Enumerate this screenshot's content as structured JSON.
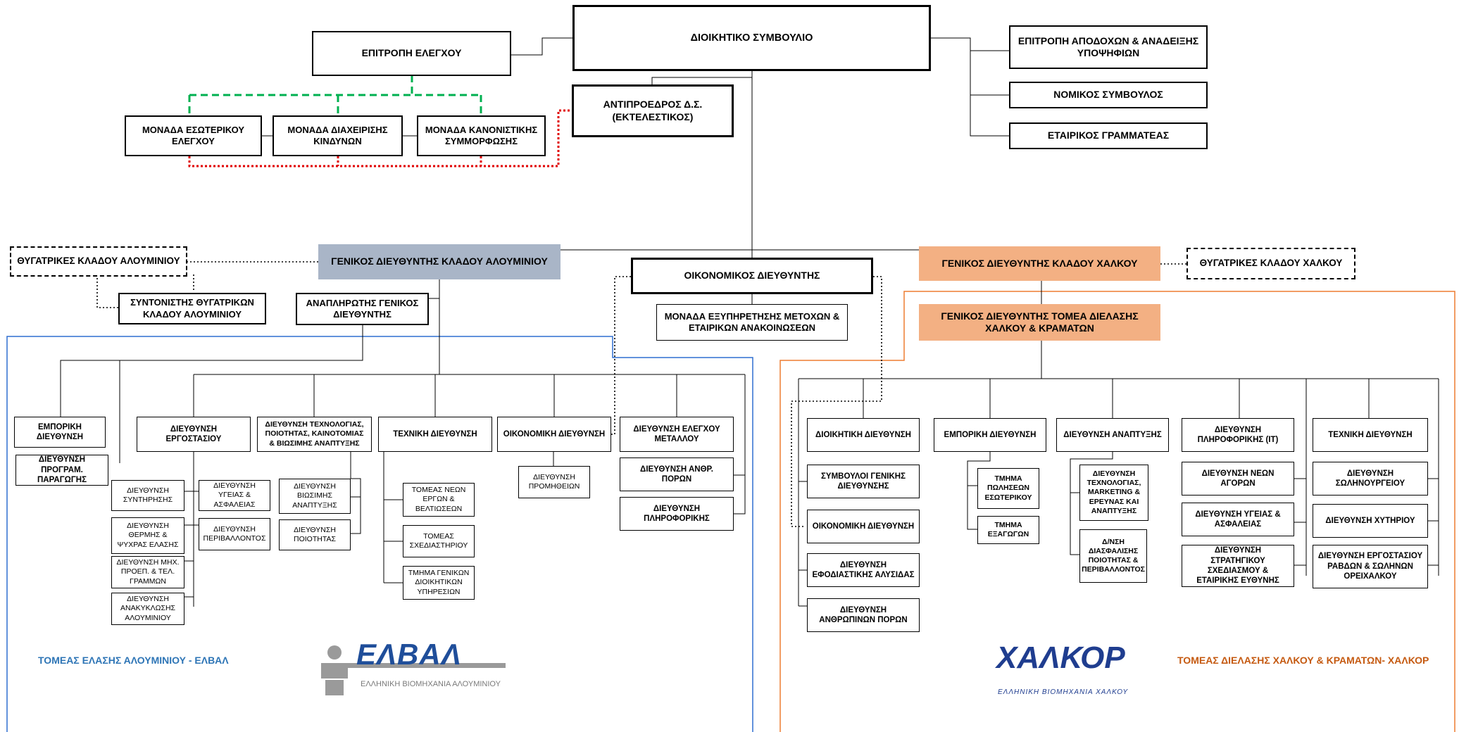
{
  "top": {
    "board": "ΔΙΟΙΚΗΤΙΚΟ ΣΥΜΒΟΥΛΙΟ",
    "audit_committee": "ΕΠΙΤΡΟΠΗ ΕΛΕΓΧΟΥ",
    "remuneration_committee": "ΕΠΙΤΡΟΠΗ ΑΠΟΔΟΧΩΝ & ΑΝΑΔΕΙΞΗΣ ΥΠΟΨΗΦΙΩΝ",
    "legal_advisor": "ΝΟΜΙΚΟΣ ΣΥΜΒΟΥΛΟΣ",
    "corporate_secretary": "ΕΤΑΙΡΙΚΟΣ ΓΡΑΜΜΑΤΕΑΣ",
    "vice_chairman": "ΑΝΤΙΠΡΟΕΔΡΟΣ Δ.Σ. (ΕΚΤΕΛΕΣΤΙΚΟΣ)",
    "internal_audit": "ΜΟΝΑΔΑ ΕΣΩΤΕΡΙΚΟΥ ΕΛΕΓΧΟΥ",
    "risk_management": "ΜΟΝΑΔΑ ΔΙΑΧΕΙΡΙΣΗΣ ΚΙΝΔΥΝΩΝ",
    "compliance": "ΜΟΝΑΔΑ ΚΑΝΟΝΙΣΤΙΚΗΣ ΣΥΜΜΟΡΦΩΣΗΣ",
    "cfo": "ΟΙΚΟΝΟΜΙΚΟΣ ΔΙΕΥΘΥΝΤΗΣ",
    "shareholder_services": "ΜΟΝΑΔΑ ΕΞΥΠΗΡΕΤΗΣΗΣ ΜΕΤΟΧΩΝ & ΕΤΑΙΡΙΚΩΝ ΑΝΑΚΟΙΝΩΣΕΩΝ"
  },
  "aluminium": {
    "gm": "ΓΕΝΙΚΟΣ ΔΙΕΥΘΥΝΤΗΣ ΚΛΑΔΟΥ ΑΛΟΥΜΙΝΙΟΥ",
    "subsidiaries": "ΘΥΓΑΤΡΙΚΕΣ ΚΛΑΔΟΥ ΑΛΟΥΜΙΝΙΟΥ",
    "subsidiaries_coordinator": "ΣΥΝΤΟΝΙΣΤΗΣ ΘΥΓΑΤΡΙΚΩΝ ΚΛΑΔΟΥ ΑΛΟΥΜΙΝΙΟΥ",
    "deputy_gm": "ΑΝΑΠΛΗΡΩΤΗΣ ΓΕΝΙΚΟΣ ΔΙΕΥΘΥΝΤΗΣ",
    "commercial": "ΕΜΠΟΡΙΚΗ ΔΙΕΥΘΥΝΣΗ",
    "production_planning": "ΔΙΕΥΘΥΝΣΗ ΠΡΟΓΡΑΜ. ΠΑΡΑΓΩΓΗΣ",
    "plant": "ΔΙΕΥΘΥΝΣΗ ΕΡΓΟΣΤΑΣΙΟΥ",
    "plant_subs_left": [
      "ΔΙΕΥΘΥΝΣΗ ΣΥΝΤΗΡΗΣΗΣ",
      "ΔΙΕΥΘΥΝΣΗ ΘΕΡΜΗΣ & ΨΥΧΡΑΣ ΕΛΑΣΗΣ",
      "ΔΙΕΥΘΥΝΣΗ ΜΗΧ. ΠΡΟΕΠ. & ΤΕΛ. ΓΡΑΜΜΩΝ",
      "ΔΙΕΥΘΥΝΣΗ ΑΝΑΚΥΚΛΩΣΗΣ ΑΛΟΥΜΙΝΙΟΥ"
    ],
    "plant_subs_right": [
      "ΔΙΕΥΘΥΝΣΗ ΥΓΕΙΑΣ & ΑΣΦΑΛΕΙΑΣ",
      "ΔΙΕΥΘΥΝΣΗ ΠΕΡΙΒΑΛΛΟΝΤΟΣ"
    ],
    "technology": "ΔΙΕΥΘΥΝΣΗ ΤΕΧΝΟΛΟΓΙΑΣ, ΠΟΙΟΤΗΤΑΣ, ΚΑΙΝΟΤΟΜΙΑΣ & ΒΙΩΣΙΜΗΣ ΑΝΑΠΤΥΞΗΣ",
    "technology_subs": [
      "ΔΙΕΥΘΥΝΣΗ ΒΙΩΣΙΜΗΣ ΑΝΑΠΤΥΞΗΣ",
      "ΔΙΕΥΘΥΝΣΗ ΠΟΙΟΤΗΤΑΣ"
    ],
    "technical": "ΤΕΧΝΙΚΗ ΔΙΕΥΘΥΝΣΗ",
    "technical_subs": [
      "ΤΟΜΕΑΣ ΝΕΩΝ ΕΡΓΩΝ & ΒΕΛΤΙΩΣΕΩΝ",
      "ΤΟΜΕΑΣ ΣΧΕΔΙΑΣΤΗΡΙΟΥ",
      "ΤΜΗΜΑ ΓΕΝΙΚΩΝ ΔΙΟΙΚΗΤΙΚΩΝ ΥΠΗΡΕΣΙΩΝ"
    ],
    "finance": "ΟΙΚΟΝΟΜΙΚΗ ΔΙΕΥΘΥΝΣΗ",
    "procurement": "ΔΙΕΥΘΥΝΣΗ ΠΡΟΜΗΘΕΙΩΝ",
    "metal_control": "ΔΙΕΥΘΥΝΣΗ ΕΛΕΓΧΟΥ ΜΕΤΑΛΛΟΥ",
    "hr": "ΔΙΕΥΘΥΝΣΗ ΑΝΘΡ. ΠΟΡΩΝ",
    "it": "ΔΙΕΥΘΥΝΣΗ ΠΛΗΡΟΦΟΡΙΚΗΣ",
    "sector_label": "ΤΟΜΕΑΣ ΕΛΑΣΗΣ ΑΛΟΥΜΙΝΙΟΥ - ΕΛΒΑΛ",
    "logo_text": "ΕΛΒΑΛ",
    "logo_subtitle": "ΕΛΛΗΝΙΚΗ ΒΙΟΜΗΧΑΝΙΑ ΑΛΟΥΜΙΝΙΟΥ"
  },
  "copper": {
    "gm": "ΓΕΝΙΚΟΣ ΔΙΕΥΘΥΝΤΗΣ ΚΛΑΔΟΥ ΧΑΛΚΟΥ",
    "subsidiaries": "ΘΥΓΑΤΡΙΚΕΣ ΚΛΑΔΟΥ ΧΑΛΚΟΥ",
    "sector_gm": "ΓΕΝΙΚΟΣ ΔΙΕΥΘΥΝΤΗΣ ΤΟΜΕΑ ΔΙΕΛΑΣΗΣ ΧΑΛΚΟΥ & ΚΡΑΜΑΤΩΝ",
    "admin": "ΔΙΟΙΚΗΤΙΚΗ ΔΙΕΥΘΥΝΣΗ",
    "admin_subs": [
      "ΣΥΜΒΟΥΛΟΙ ΓΕΝΙΚΗΣ ΔΙΕΥΘΥΝΣΗΣ",
      "ΟΙΚΟΝΟΜΙΚΗ ΔΙΕΥΘΥΝΣΗ",
      "ΔΙΕΥΘΥΝΣΗ ΕΦΟΔΙΑΣΤΙΚΗΣ ΑΛΥΣΙΔΑΣ",
      "ΔΙΕΥΘΥΝΣΗ ΑΝΘΡΩΠΙΝΩΝ ΠΟΡΩΝ"
    ],
    "commercial": "ΕΜΠΟΡΙΚΗ ΔΙΕΥΘΥΝΣΗ",
    "commercial_subs": [
      "ΤΜΗΜΑ ΠΩΛΗΣΕΩΝ ΕΣΩΤΕΡΙΚΟΥ",
      "ΤΜΗΜΑ ΕΞΑΓΩΓΩΝ"
    ],
    "development": "ΔΙΕΥΘΥΝΣΗ ΑΝΑΠΤΥΞΗΣ",
    "development_subs": [
      "ΔΙΕΥΘΥΝΣΗ ΤΕΧΝΟΛΟΓΙΑΣ, MARKETING & ΕΡΕΥΝΑΣ ΚΑΙ ΑΝΑΠΤΥΞΗΣ",
      "Δ/ΝΣΗ ΔΙΑΣΦΑΛΙΣΗΣ ΠΟΙΟΤΗΤΑΣ & ΠΕΡΙΒΑΛΛΟΝΤΟΣ"
    ],
    "it": "ΔΙΕΥΘΥΝΣΗ ΠΛΗΡΟΦΟΡΙΚΗΣ (IT)",
    "it_subs": [
      "ΔΙΕΥΘΥΝΣΗ ΝΕΩΝ ΑΓΟΡΩΝ",
      "ΔΙΕΥΘΥΝΣΗ ΥΓΕΙΑΣ & ΑΣΦΑΛΕΙΑΣ",
      "ΔΙΕΥΘΥΝΣΗ ΣΤΡΑΤΗΓΙΚΟΥ ΣΧΕΔΙΑΣΜΟΥ & ΕΤΑΙΡΙΚΗΣ ΕΥΘΥΝΗΣ"
    ],
    "technical": "ΤΕΧΝΙΚΗ ΔΙΕΥΘΥΝΣΗ",
    "technical_subs": [
      "ΔΙΕΥΘΥΝΣΗ ΣΩΛΗΝΟΥΡΓΕΙΟΥ",
      "ΔΙΕΥΘΥΝΣΗ ΧΥΤΗΡΙΟΥ",
      "ΔΙΕΥΘΥΝΣΗ ΕΡΓΟΣΤΑΣΙΟΥ ΡΑΒΔΩΝ & ΣΩΛΗΝΩΝ ΟΡΕΙΧΑΛΚΟΥ"
    ],
    "sector_label": "ΤΟΜΕΑΣ ΔΙΕΛΑΣΗΣ ΧΑΛΚΟΥ & ΚΡΑΜΑΤΩΝ- ΧΑΛΚΟΡ",
    "logo_text": "ΧΑΛΚΟΡ",
    "logo_subtitle": "ΕΛΛΗΝΙΚΗ ΒΙΟΜΗΧΑΝΙΑ ΧΑΛΚΟΥ"
  },
  "colors": {
    "aluminium_gm_fill": "#a9b5c7",
    "copper_gm_fill": "#f3b083",
    "aluminium_region_border": "#2f6fd0",
    "copper_region_border": "#ed7d31",
    "audit_link_green": "#00b050",
    "audit_link_red": "#e00000",
    "elval_blue": "#1f4e9a",
    "elval_label": "#2e75b6",
    "chalkor_blue": "#1f3d8f",
    "chalkor_label": "#c55a11"
  }
}
